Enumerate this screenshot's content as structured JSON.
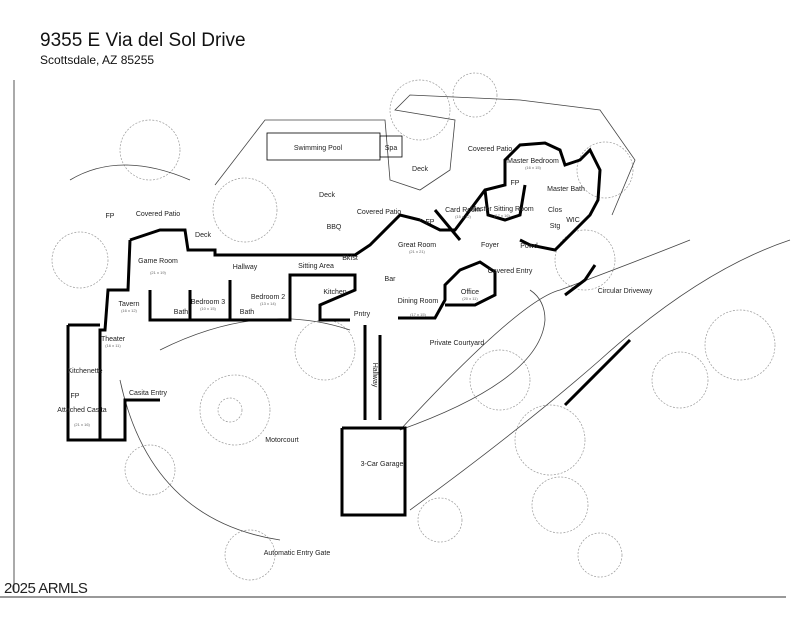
{
  "header": {
    "title": "9355 E Via del Sol Drive",
    "subtitle": "Scottsdale, AZ 85255"
  },
  "watermark": "2025 ARMLS",
  "rooms": [
    {
      "name": "Swimming Pool"
    },
    {
      "name": "Spa"
    },
    {
      "name": "Deck"
    },
    {
      "name": "Deck"
    },
    {
      "name": "Deck"
    },
    {
      "name": "Covered Patio"
    },
    {
      "name": "Covered Patio"
    },
    {
      "name": "Covered Patio"
    },
    {
      "name": "BBQ"
    },
    {
      "name": "Great Room",
      "dim": "(21 x 21)"
    },
    {
      "name": "Card Room",
      "dim": "(15 x 12)"
    },
    {
      "name": "Master Sitting Room",
      "dim": "(17 x 16)"
    },
    {
      "name": "Master Bedroom",
      "dim": "(16 x 15)"
    },
    {
      "name": "Master Bath"
    },
    {
      "name": "Clos"
    },
    {
      "name": "Stg"
    },
    {
      "name": "WIC"
    },
    {
      "name": "Powd"
    },
    {
      "name": "Foyer"
    },
    {
      "name": "Covered Entry"
    },
    {
      "name": "Office",
      "dim": "(20 x 11)"
    },
    {
      "name": "Dining Room",
      "dim": "(17 x 15)"
    },
    {
      "name": "Private Courtyard"
    },
    {
      "name": "Circular Driveway"
    },
    {
      "name": "Kitchen"
    },
    {
      "name": "Pntry"
    },
    {
      "name": "Bar"
    },
    {
      "name": "Bkfst"
    },
    {
      "name": "Sitting Area"
    },
    {
      "name": "Hallway"
    },
    {
      "name": "Game Room",
      "dim": "(21 x 19)"
    },
    {
      "name": "Tavern",
      "dim": "(16 x 12)"
    },
    {
      "name": "Bedroom 3",
      "dim": "(10 x 15)"
    },
    {
      "name": "Bedroom 2",
      "dim": "(13 x 14)"
    },
    {
      "name": "Bath"
    },
    {
      "name": "Bath"
    },
    {
      "name": "Theater",
      "dim": "(16 x 11)"
    },
    {
      "name": "Kitchenette"
    },
    {
      "name": "Attached Casita",
      "dim": "(21 x 16)"
    },
    {
      "name": "Casita Entry"
    },
    {
      "name": "Motorcourt"
    },
    {
      "name": "Hallway"
    },
    {
      "name": "3-Car Garage"
    },
    {
      "name": "Automatic Entry Gate"
    },
    {
      "name": "FP"
    },
    {
      "name": "FP"
    },
    {
      "name": "FP"
    },
    {
      "name": "FP"
    }
  ]
}
